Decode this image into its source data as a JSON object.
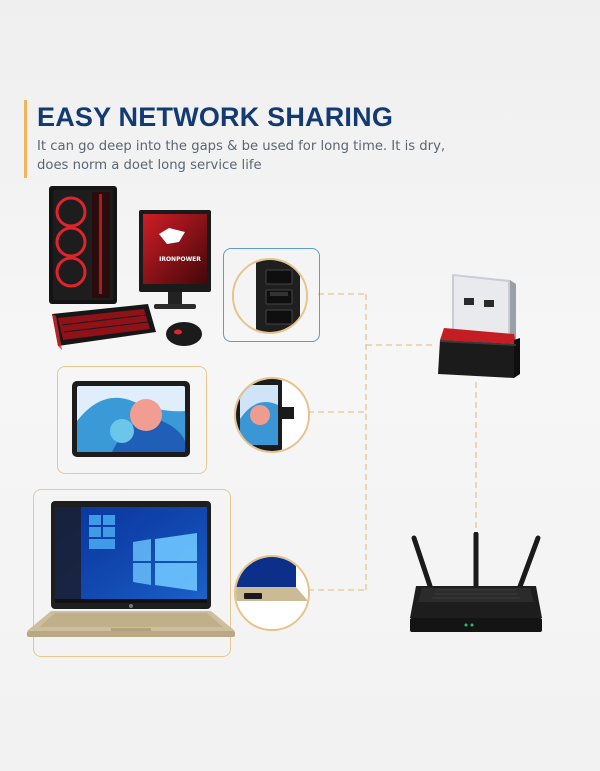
{
  "headline": "EASY NETWORK SHARING",
  "subtext": "It can go deep into the gaps & be used for long time. It is dry, does norm a doet long service life",
  "monitor_brand": "IRONPOWER",
  "colors": {
    "headline": "#143a73",
    "accent": "#f0b45a",
    "frame_gold": "#e7c88e",
    "frame_blue": "#5e9ad4",
    "connector": "#e3c58f",
    "pc_red": "#e0242b",
    "dongle_red": "#c41e24"
  },
  "devices": [
    {
      "name": "gaming-desktop-pc",
      "icon": "desktop-pc-icon"
    },
    {
      "name": "tablet",
      "icon": "tablet-icon"
    },
    {
      "name": "laptop",
      "icon": "laptop-icon"
    }
  ],
  "adapter": {
    "name": "usb-wifi-dongle",
    "icon": "usb-dongle-icon"
  },
  "router": {
    "name": "wifi-router",
    "icon": "router-icon",
    "antenna_count": 3
  }
}
